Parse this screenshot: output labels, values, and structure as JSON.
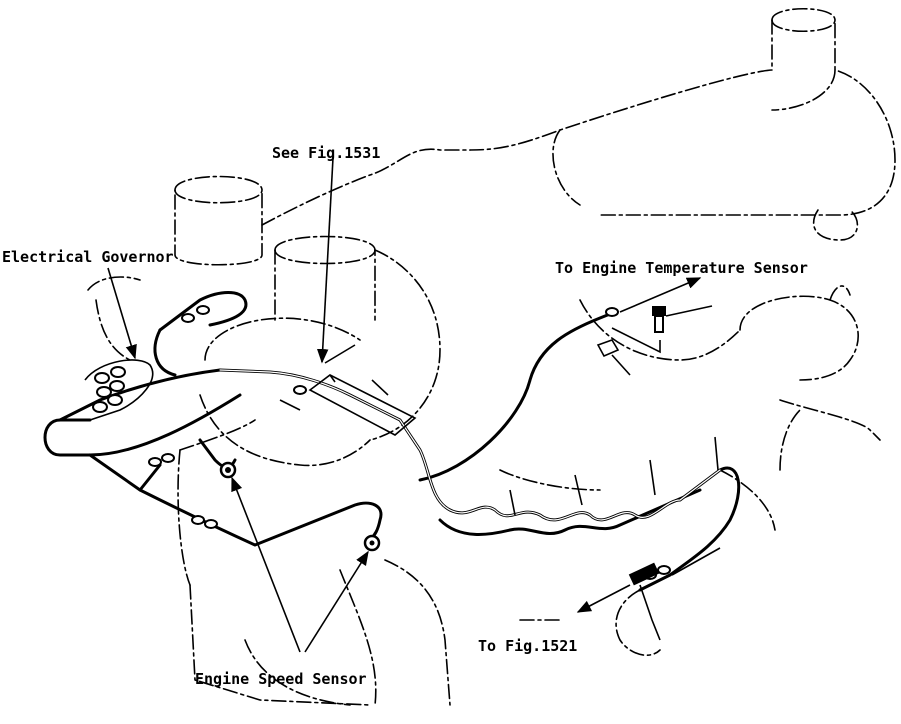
{
  "labels": {
    "see_fig": "See Fig.1531",
    "electrical_governor": "Electrical Governor",
    "engine_temp_sensor": "To Engine Temperature Sensor",
    "to_fig": "To Fig.1521",
    "engine_speed_sensor": "Engine Speed Sensor"
  },
  "icons": [
    "arrow-icon",
    "connector-icon",
    "bolt-icon"
  ]
}
